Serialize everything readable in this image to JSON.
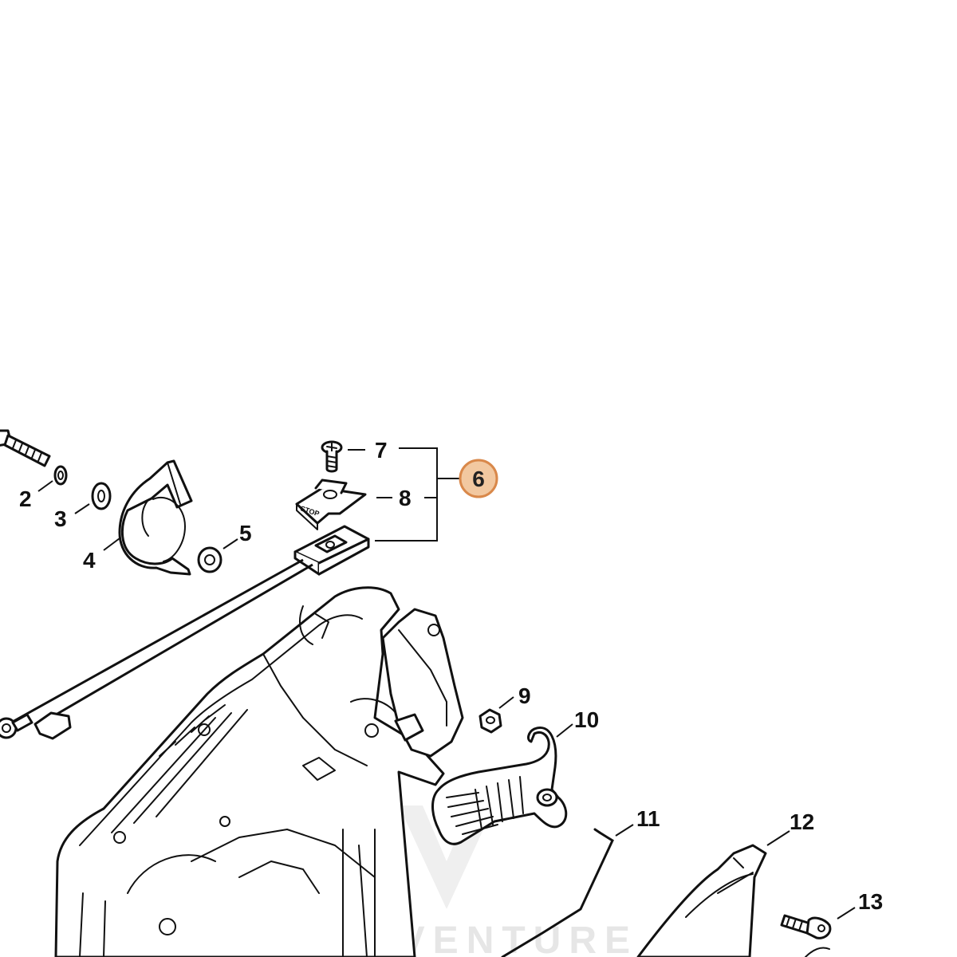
{
  "callouts": {
    "n2": "2",
    "n3": "3",
    "n4": "4",
    "n5": "5",
    "n6": "6",
    "n7": "7",
    "n8": "8",
    "n9": "9",
    "n10": "10",
    "n11": "11",
    "n12": "12",
    "n13": "13"
  },
  "stop_label": "STOP",
  "watermark": "LEADVENTURE",
  "colors": {
    "highlight_fill": "#f2c8a0",
    "highlight_stroke": "#d9884a",
    "line": "#111111"
  }
}
